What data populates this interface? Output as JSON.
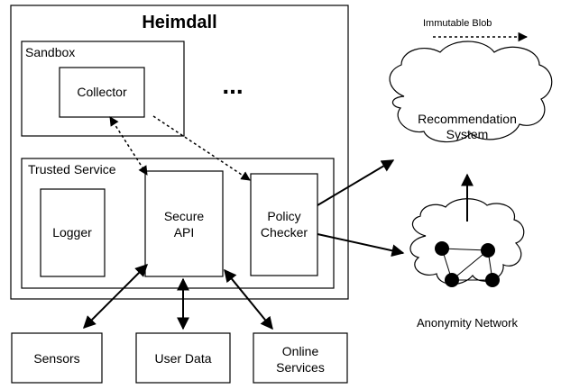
{
  "diagram": {
    "title": "Heimdall",
    "legend": {
      "label": "Immutable Blob"
    },
    "sandbox": {
      "label": "Sandbox",
      "collector": "Collector"
    },
    "ellipsis": "...",
    "trusted_service": {
      "label": "Trusted Service",
      "logger": "Logger",
      "secure_api": {
        "line1": "Secure",
        "line2": "API"
      },
      "policy_checker": {
        "line1": "Policy",
        "line2": "Checker"
      }
    },
    "recommendation_system": {
      "line1": "Recommendation",
      "line2": "System"
    },
    "anonymity_network": {
      "label": "Anonymity Network"
    },
    "sources": {
      "sensors": "Sensors",
      "user_data": "User Data",
      "online_services": {
        "line1": "Online",
        "line2": "Services"
      }
    }
  }
}
